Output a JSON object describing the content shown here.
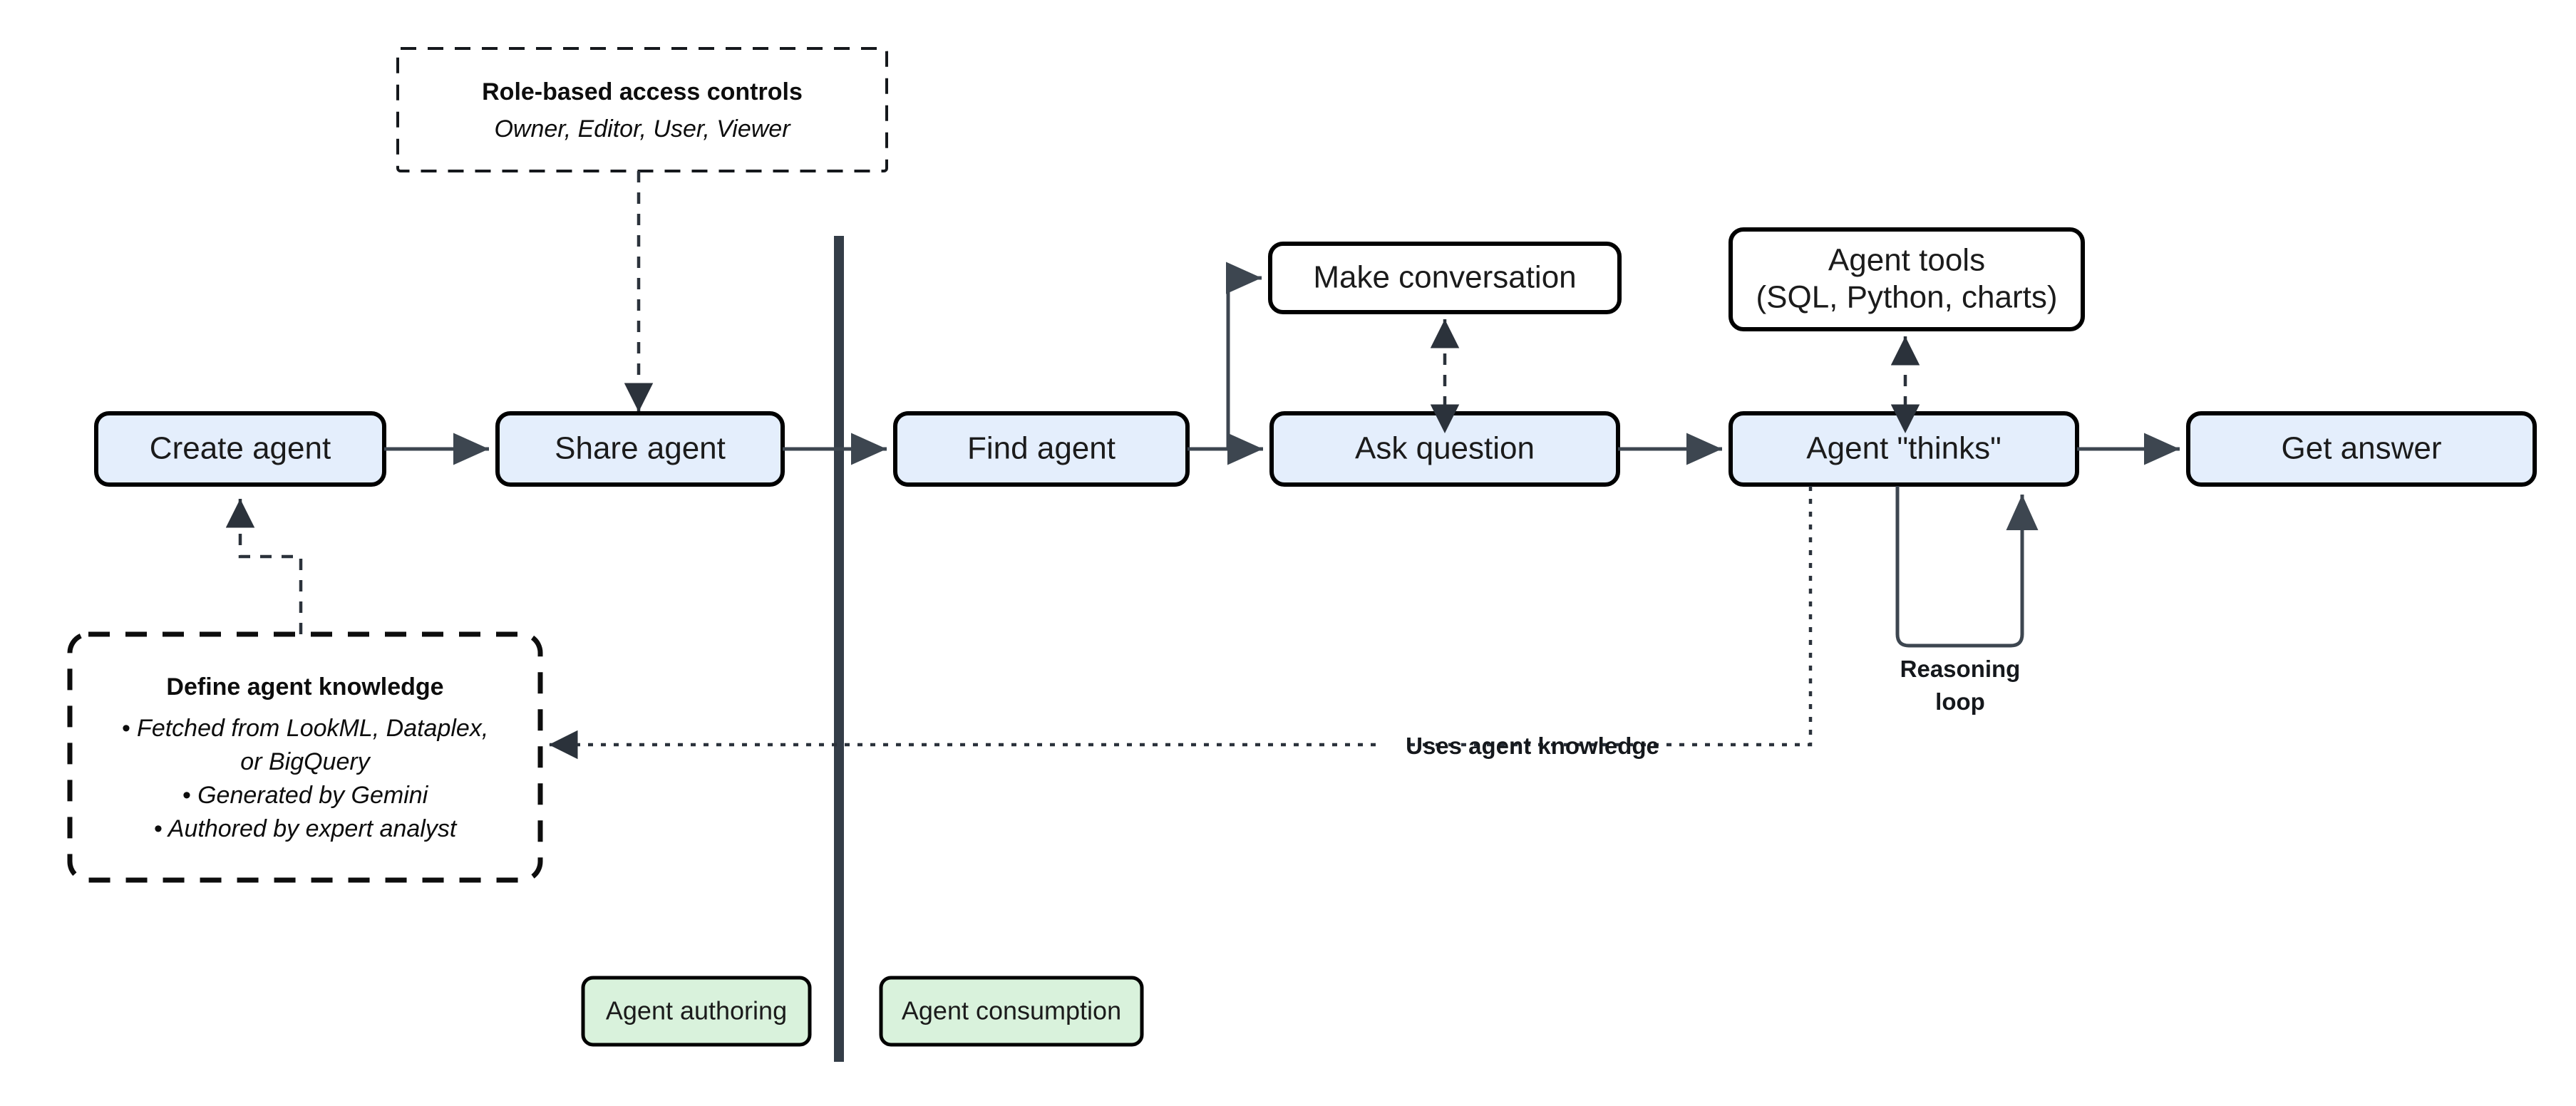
{
  "diagram": {
    "title": "Agent authoring and consumption flow",
    "colors": {
      "process_fill": "#e4eefc",
      "legend_fill": "#d9f2dc",
      "note_fill": "#ffffff",
      "stroke": "#000000",
      "edge": "#3d4650",
      "divider": "#343d48",
      "background": "#ffffff"
    },
    "process_boxes": [
      {
        "id": "create-agent",
        "label": "Create agent"
      },
      {
        "id": "share-agent",
        "label": "Share agent"
      },
      {
        "id": "find-agent",
        "label": "Find agent"
      },
      {
        "id": "ask-question",
        "label": "Ask question"
      },
      {
        "id": "agent-thinks",
        "label": "Agent \"thinks\""
      },
      {
        "id": "get-answer",
        "label": "Get answer"
      }
    ],
    "secondary_boxes": [
      {
        "id": "make-conversation",
        "label": "Make conversation"
      },
      {
        "id": "agent-tools",
        "line1": "Agent tools",
        "line2": "(SQL, Python, charts)"
      }
    ],
    "notes": [
      {
        "id": "rbac-note",
        "title": "Role-based access controls",
        "lines": [
          "Owner, Editor, User, Viewer"
        ]
      },
      {
        "id": "agent-knowledge-note",
        "title": "Define agent knowledge",
        "lines": [
          "• Fetched from LookML, Dataplex,",
          "or BigQuery",
          "• Generated by Gemini",
          "• Authored by expert analyst"
        ]
      }
    ],
    "edge_labels": [
      {
        "id": "reasoning-loop",
        "line1": "Reasoning",
        "line2": "loop"
      },
      {
        "id": "uses-agent-knowledge",
        "text": "Uses agent knowledge"
      }
    ],
    "legend": [
      {
        "id": "agent-authoring",
        "label": "Agent authoring"
      },
      {
        "id": "agent-consumption",
        "label": "Agent consumption"
      }
    ]
  }
}
